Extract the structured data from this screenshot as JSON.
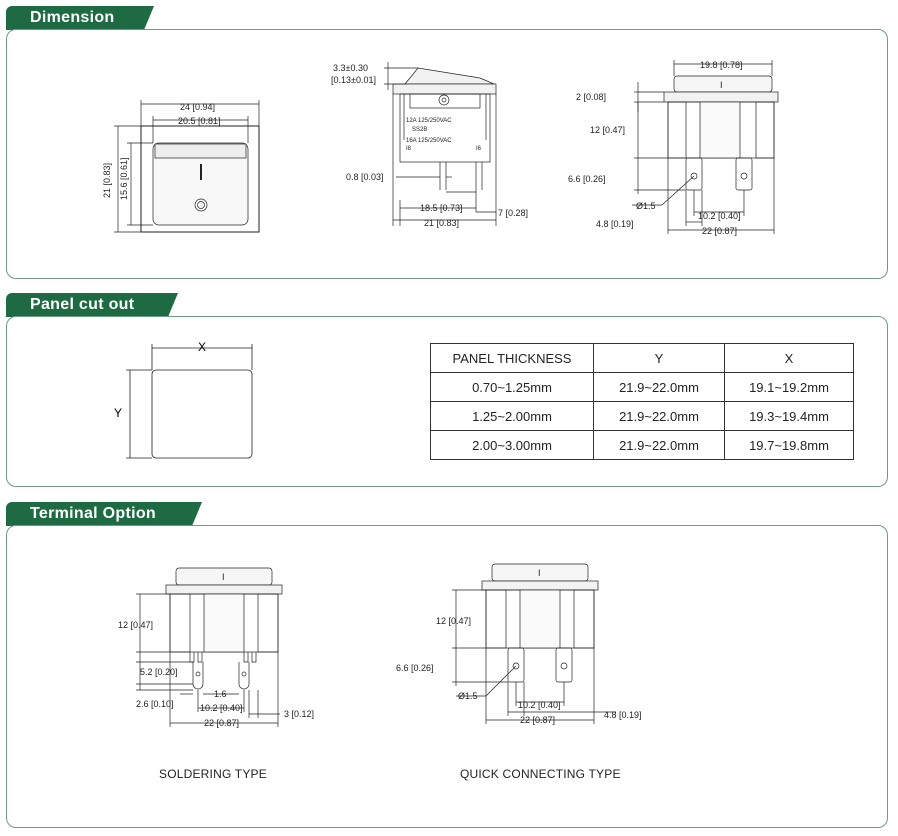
{
  "sections": {
    "dimension": "Dimension",
    "panel_cutout": "Panel cut out",
    "terminal_option": "Terminal Option"
  },
  "front_view": {
    "w_outer": "24 [0.94]",
    "w_inner": "20.5 [0.81]",
    "h_outer": "21 [0.83]",
    "h_inner": "15.6 [0.61]"
  },
  "side_view": {
    "top1": "3.3±0.30",
    "top2": "[0.13±0.01]",
    "mark1": "12A 125/250VAC",
    "mark2": "SS2B",
    "mark3": "16A 125/250VAC",
    "mark4": "I8",
    "mark5": "I6",
    "pin": "0.8 [0.03]",
    "span": "18.5 [0.73]",
    "offset": "7 [0.28]",
    "total": "21 [0.83]"
  },
  "rear_view": {
    "top": "19.8 [0.78]",
    "cap": "2 [0.08]",
    "body": "12 [0.47]",
    "term": "6.6 [0.26]",
    "hole": "Ø1.5",
    "pitch": "10.2 [0.40]",
    "tab": "4.8 [0.19]",
    "total": "22 [0.87]",
    "mark": "I"
  },
  "cutout": {
    "x": "X",
    "y": "Y",
    "headers": [
      "PANEL THICKNESS",
      "Y",
      "X"
    ],
    "rows": [
      [
        "0.70~1.25mm",
        "21.9~22.0mm",
        "19.1~19.2mm"
      ],
      [
        "1.25~2.00mm",
        "21.9~22.0mm",
        "19.3~19.4mm"
      ],
      [
        "2.00~3.00mm",
        "21.9~22.0mm",
        "19.7~19.8mm"
      ]
    ]
  },
  "soldering": {
    "body": "12 [0.47]",
    "a": "5.2 [0.20]",
    "b": "2.6 [0.10]",
    "c": "1.6",
    "pitch": "10.2 [0.40]",
    "d": "3 [0.12]",
    "total": "22 [0.87]",
    "mark": "I",
    "caption": "SOLDERING TYPE"
  },
  "quick": {
    "body": "12 [0.47]",
    "term": "6.6 [0.26]",
    "hole": "Ø1.5",
    "pitch": "10.2 [0.40]",
    "tab": "4.8 [0.19]",
    "total": "22 [0.87]",
    "mark": "I",
    "caption": "QUICK CONNECTING TYPE"
  },
  "colors": {
    "accent": "#1e6b43",
    "frame": "#6f9a86"
  }
}
